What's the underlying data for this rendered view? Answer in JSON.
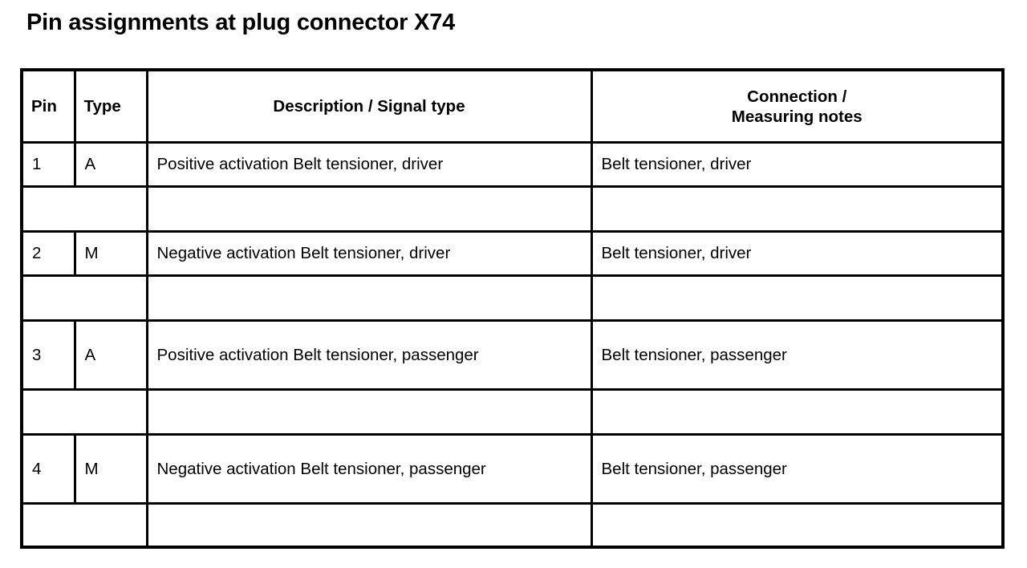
{
  "title": "Pin assignments at plug connector X74",
  "table": {
    "headers": {
      "pin": "Pin",
      "type": "Type",
      "description": "Description / Signal type",
      "connection_line1": "Connection /",
      "connection_line2": "Measuring notes"
    },
    "rows": [
      {
        "kind": "data",
        "pin": "1",
        "type": "A",
        "description": "Positive activation Belt tensioner, driver",
        "connection": "Belt tensioner, driver"
      },
      {
        "kind": "spacer",
        "pin": "",
        "type": "",
        "description": "",
        "connection": ""
      },
      {
        "kind": "data",
        "pin": "2",
        "type": "M",
        "description": "Negative activation Belt tensioner, driver",
        "connection": "Belt tensioner, driver"
      },
      {
        "kind": "spacer",
        "pin": "",
        "type": "",
        "description": "",
        "connection": ""
      },
      {
        "kind": "data",
        "pin": "3",
        "type": "A",
        "description": "Positive activation Belt tensioner, passenger",
        "connection": "Belt tensioner, passenger"
      },
      {
        "kind": "spacer",
        "pin": "",
        "type": "",
        "description": "",
        "connection": ""
      },
      {
        "kind": "data",
        "pin": "4",
        "type": "M",
        "description": "Negative activation Belt tensioner, passenger",
        "connection": "Belt tensioner, passenger"
      },
      {
        "kind": "spacer",
        "pin": "",
        "type": "",
        "description": "",
        "connection": ""
      }
    ]
  },
  "colors": {
    "background": "#ffffff",
    "text": "#000000",
    "border": "#000000"
  }
}
